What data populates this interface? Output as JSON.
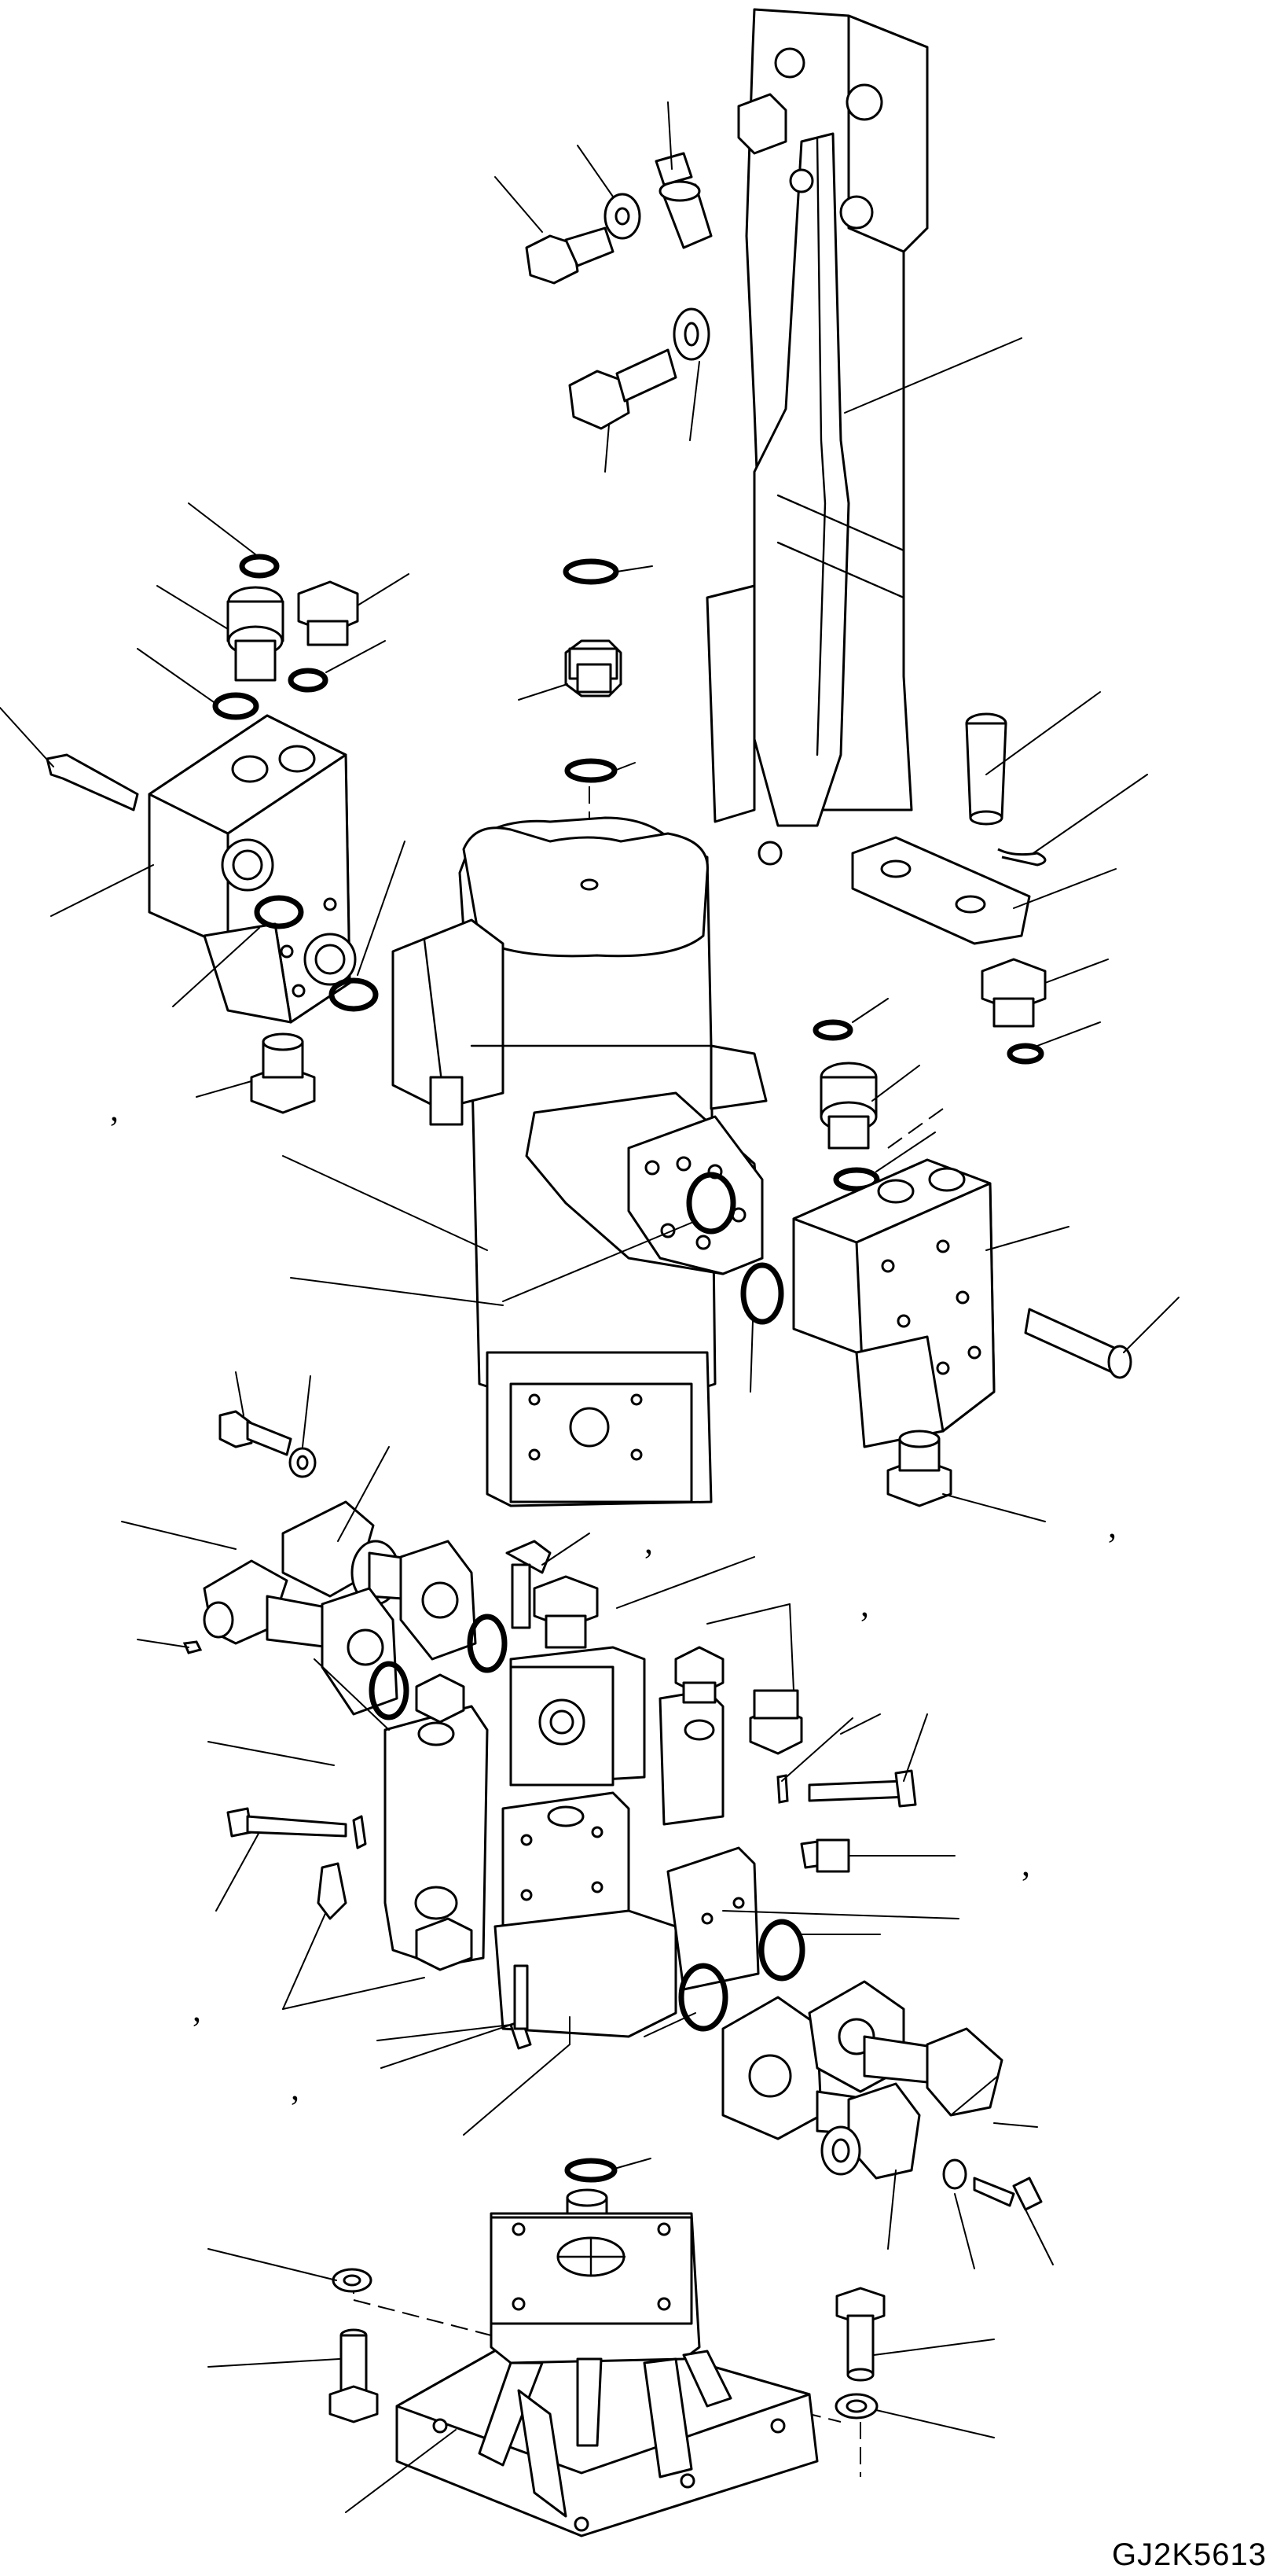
{
  "diagram": {
    "drawing_code": "GJ2K5613",
    "callout_marks": [
      ",",
      ",",
      ",",
      ",",
      ",",
      ",",
      ",",
      ","
    ],
    "icons": [
      "exploded-view-drawing",
      "swivel-joint",
      "valve-block",
      "bracket",
      "o-ring",
      "bolt",
      "washer",
      "plug",
      "elbow-fitting",
      "base-stand"
    ]
  }
}
